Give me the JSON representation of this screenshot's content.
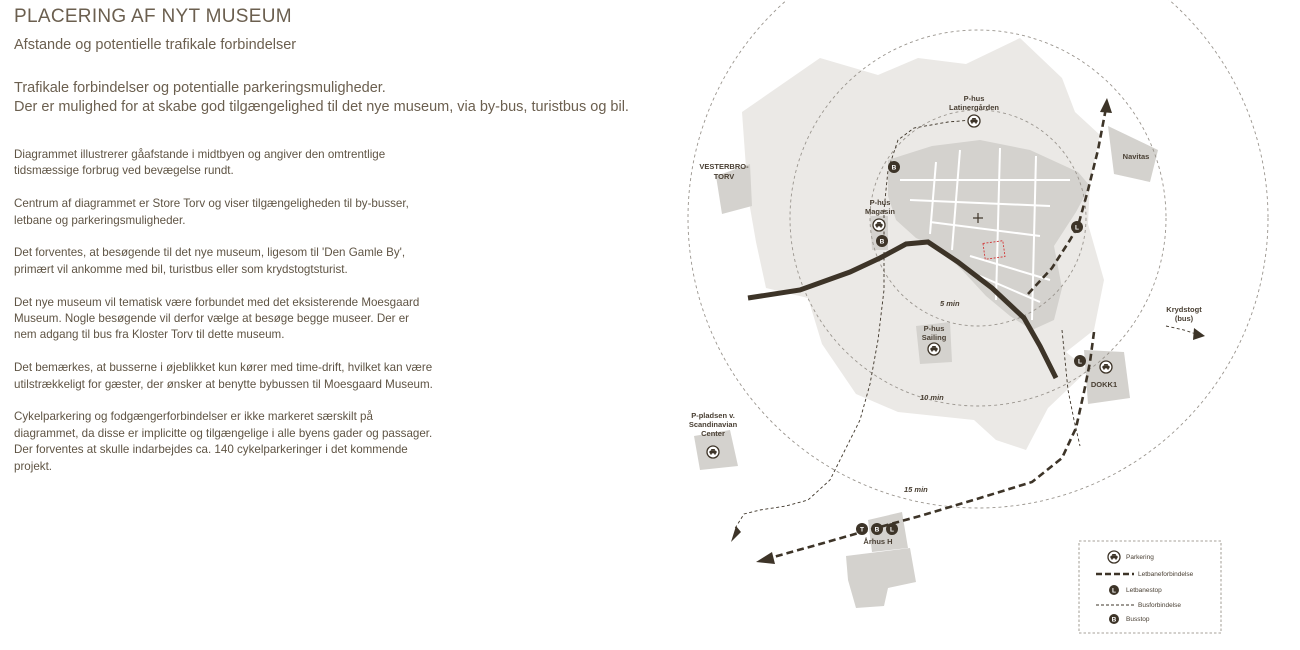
{
  "header": {
    "title": "PLACERING AF NYT MUSEUM",
    "subtitle": "Afstande og potentielle trafikale forbindelser"
  },
  "lead": {
    "line1": "Trafikale forbindelser og potentialle parkeringsmuligheder.",
    "line2": "Der er mulighed for at skabe god tilgængelighed til det nye museum, via by-bus, turistbus og bil."
  },
  "paragraphs": [
    "Diagrammet illustrerer gåafstande i midtbyen og angiver den omtrentlige tidsmæssige forbrug ved bevægelse rundt.",
    "Centrum af diagrammet er Store Torv og viser tilgængeligheden til by-busser, letbane og parkeringsmuligheder.",
    "Det forventes, at besøgende til det nye museum, ligesom til 'Den Gamle By', primært vil ankomme med bil, turistbus eller som krydstogtsturist.",
    "Det nye museum vil tematisk være forbundet med det eksisterende Moesgaard Museum. Nogle besøgende vil derfor vælge at besøge begge museer. Der er nem adgang til bus fra Kloster Torv til dette museum.",
    "Det bemærkes, at busserne i øjeblikket kun kører med time-drift, hvilket kan være utilstrækkeligt for gæster, der ønsker at benytte bybussen til Moesgaard Museum.",
    "Cykelparkering og fodgængerforbindelser er ikke markeret særskilt på diagrammet, da disse er implicitte og tilgængelige i alle byens gader og passager. Der forventes at skulle indarbejdes ca. 140 cykelparkeringer i det kommende projekt."
  ],
  "map": {
    "rings": {
      "r5": "5 min",
      "r10": "10 min",
      "r15": "15 min"
    },
    "places": {
      "latiner_1": "P-hus",
      "latiner_2": "Latinergården",
      "vesterbro_1": "VESTERBRO-",
      "vesterbro_2": "TORV",
      "magasin_1": "P-hus",
      "magasin_2": "Magasin",
      "navitas": "Navitas",
      "sailing_1": "P-hus",
      "sailing_2": "Sailing",
      "dokk1": "DOKK1",
      "krydstogt_1": "Krydstogt",
      "krydstogt_2": "(bus)",
      "scandinavian_1": "P-pladsen v.",
      "scandinavian_2": "Scandinavian",
      "scandinavian_3": "Center",
      "aarhus_h": "Århus H"
    },
    "badges": {
      "bus": "B",
      "letbane": "L",
      "train": "T"
    },
    "legend": {
      "parking": "Parkering",
      "letbane_line": "Letbaneforbindelse",
      "letbane_stop": "Letbanestop",
      "bus_line": "Busforbindelse",
      "bus_stop": "Busstop"
    },
    "colors": {
      "dark": "#3d3428",
      "ground": "#ebe9e6",
      "blocks": "#d4d2ce",
      "ring": "#9a958e",
      "museum": "#d23a3a"
    },
    "icons": [
      "car-icon",
      "cross-icon",
      "arrow-icon"
    ]
  }
}
